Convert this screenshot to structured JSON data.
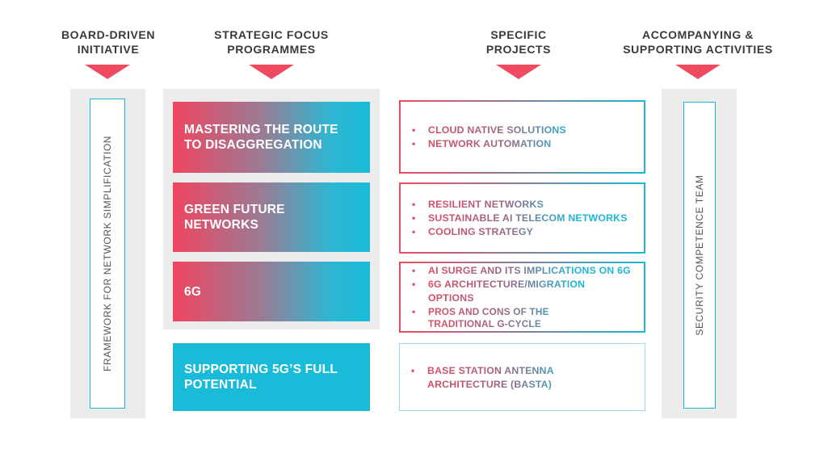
{
  "headers": {
    "col1": "BOARD-DRIVEN INITIATIVE",
    "col2": "STRATEGIC FOCUS PROGRAMMES",
    "col3": "SPECIFIC PROJECTS",
    "col4": "ACCOMPANYING & SUPPORTING ACTIVITIES"
  },
  "left_bar": {
    "label": "FRAMEWORK FOR NETWORK SIMPLIFICATION"
  },
  "right_bar": {
    "label": "SECURITY COMPETENCE TEAM"
  },
  "programmes": [
    {
      "label": "MASTERING THE ROUTE TO DISAGGREGATION"
    },
    {
      "label": "GREEN FUTURE NETWORKS"
    },
    {
      "label": "6G"
    },
    {
      "label": "SUPPORTING 5G’S FULL POTENTIAL"
    }
  ],
  "projects": [
    {
      "items": [
        "CLOUD NATIVE SOLUTIONS",
        "NETWORK AUTOMATION"
      ]
    },
    {
      "items": [
        "RESILIENT NETWORKS",
        "SUSTAINABLE AI TELECOM NETWORKS",
        "COOLING STRATEGY"
      ]
    },
    {
      "items": [
        "AI SURGE AND ITS IMPLICATIONS ON 6G",
        "6G ARCHITECTURE/MIGRATION OPTIONS",
        "PROS AND CONS OF THE TRADITIONAL G-CYCLE"
      ]
    },
    {
      "items": [
        "BASE STATION ANTENNA ARCHITECTURE (BASTA)"
      ]
    }
  ],
  "bullet_char": "•",
  "colors": {
    "red": "#ef4a5f",
    "cyan": "#19bbd8",
    "gray_panel": "#ececec"
  }
}
